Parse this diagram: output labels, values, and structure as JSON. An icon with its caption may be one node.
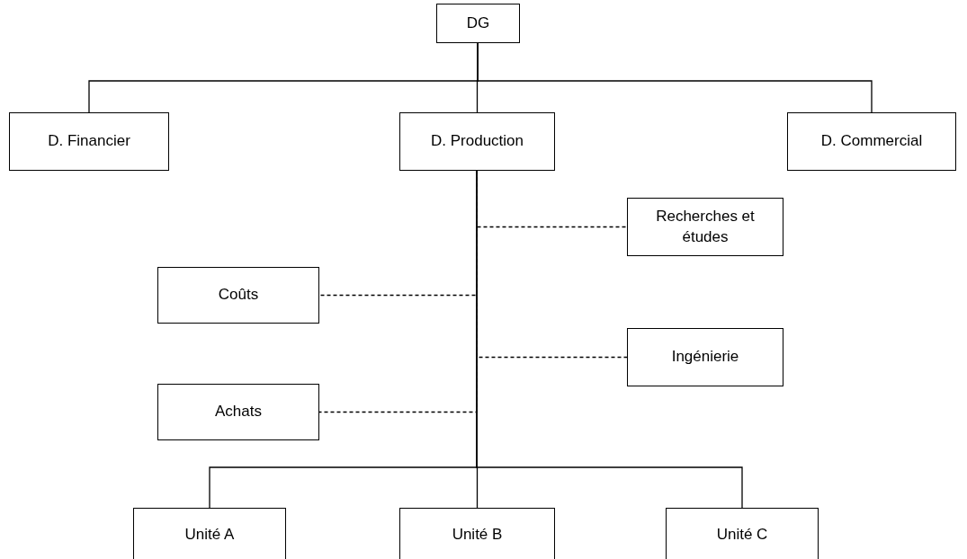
{
  "diagram": {
    "nodes": [
      {
        "text": [
          "DG"
        ]
      },
      {
        "text": [
          "D. Financier"
        ]
      },
      {
        "text": [
          "D. Production"
        ]
      },
      {
        "text": [
          "D. Commercial"
        ]
      },
      {
        "text": [
          "Recherches et études"
        ]
      },
      {
        "text": [
          "Coûts"
        ]
      },
      {
        "text": [
          "Ingénierie"
        ]
      },
      {
        "text": [
          "Achats"
        ]
      },
      {
        "text": [
          "Unité A"
        ]
      },
      {
        "text": [
          "Unité B"
        ]
      },
      {
        "text": [
          "Unité C"
        ]
      }
    ],
    "edges": [
      {
        "from": 0,
        "to": 1,
        "arrow": "none"
      },
      {
        "from": 0,
        "to": 2,
        "arrow": "none"
      },
      {
        "from": 0,
        "to": 3,
        "arrow": "none"
      },
      {
        "from": 2,
        "to": 4,
        "arrow": "none",
        "style": "dashed"
      },
      {
        "from": 2,
        "to": 5,
        "arrow": "none",
        "style": "dashed"
      },
      {
        "from": 2,
        "to": 6,
        "arrow": "none",
        "style": "dashed"
      },
      {
        "from": 2,
        "to": 7,
        "arrow": "none",
        "style": "dashed"
      },
      {
        "from": 2,
        "to": 8,
        "arrow": "none"
      },
      {
        "from": 2,
        "to": 9,
        "arrow": "none"
      },
      {
        "from": 2,
        "to": 10,
        "arrow": "none"
      }
    ]
  }
}
